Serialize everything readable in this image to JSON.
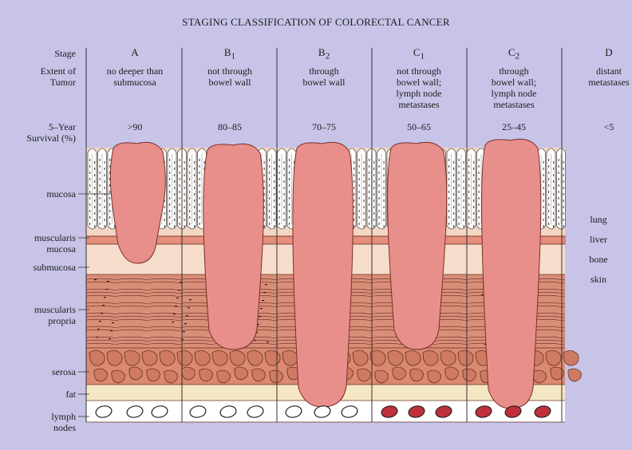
{
  "title": "STAGING CLASSIFICATION OF COLORECTAL CANCER",
  "row_labels": {
    "stage": "Stage",
    "extent": "Extent of\nTumor",
    "survival": "5–Year\nSurvival (%)"
  },
  "stages": [
    {
      "name": "A",
      "extent": "no deeper than\nsubmucosa",
      "survival": ">90"
    },
    {
      "name": "B1",
      "extent": "not through\nbowel wall",
      "survival": "80–85"
    },
    {
      "name": "B2",
      "extent": "through\nbowel wall",
      "survival": "70–75"
    },
    {
      "name": "C1",
      "extent": "not through\nbowel wall;\nlymph node\nmetastases",
      "survival": "50–65"
    },
    {
      "name": "C2",
      "extent": "through\nbowel wall;\nlymph node\nmetastases",
      "survival": "25–45"
    },
    {
      "name": "D",
      "extent": "distant\nmetastases",
      "survival": "<5"
    }
  ],
  "tissue_layers": [
    "mucosa",
    "muscularis\nmucosa",
    "submucosa",
    "muscularis\npropria",
    "serosa",
    "fat",
    "lymph\nnodes"
  ],
  "distant_sites": [
    "lung",
    "liver",
    "bone",
    "skin"
  ],
  "colors": {
    "background": "#c7c4e8",
    "tumor": "#e88f8c",
    "muscle": "#d98e78",
    "submucosa": "#f6dccb",
    "mucosa_band": "#f5d6c2",
    "fat": "#f6e7c4",
    "node_clear": "#ffffff",
    "node_metastatic": "#c0303a"
  }
}
